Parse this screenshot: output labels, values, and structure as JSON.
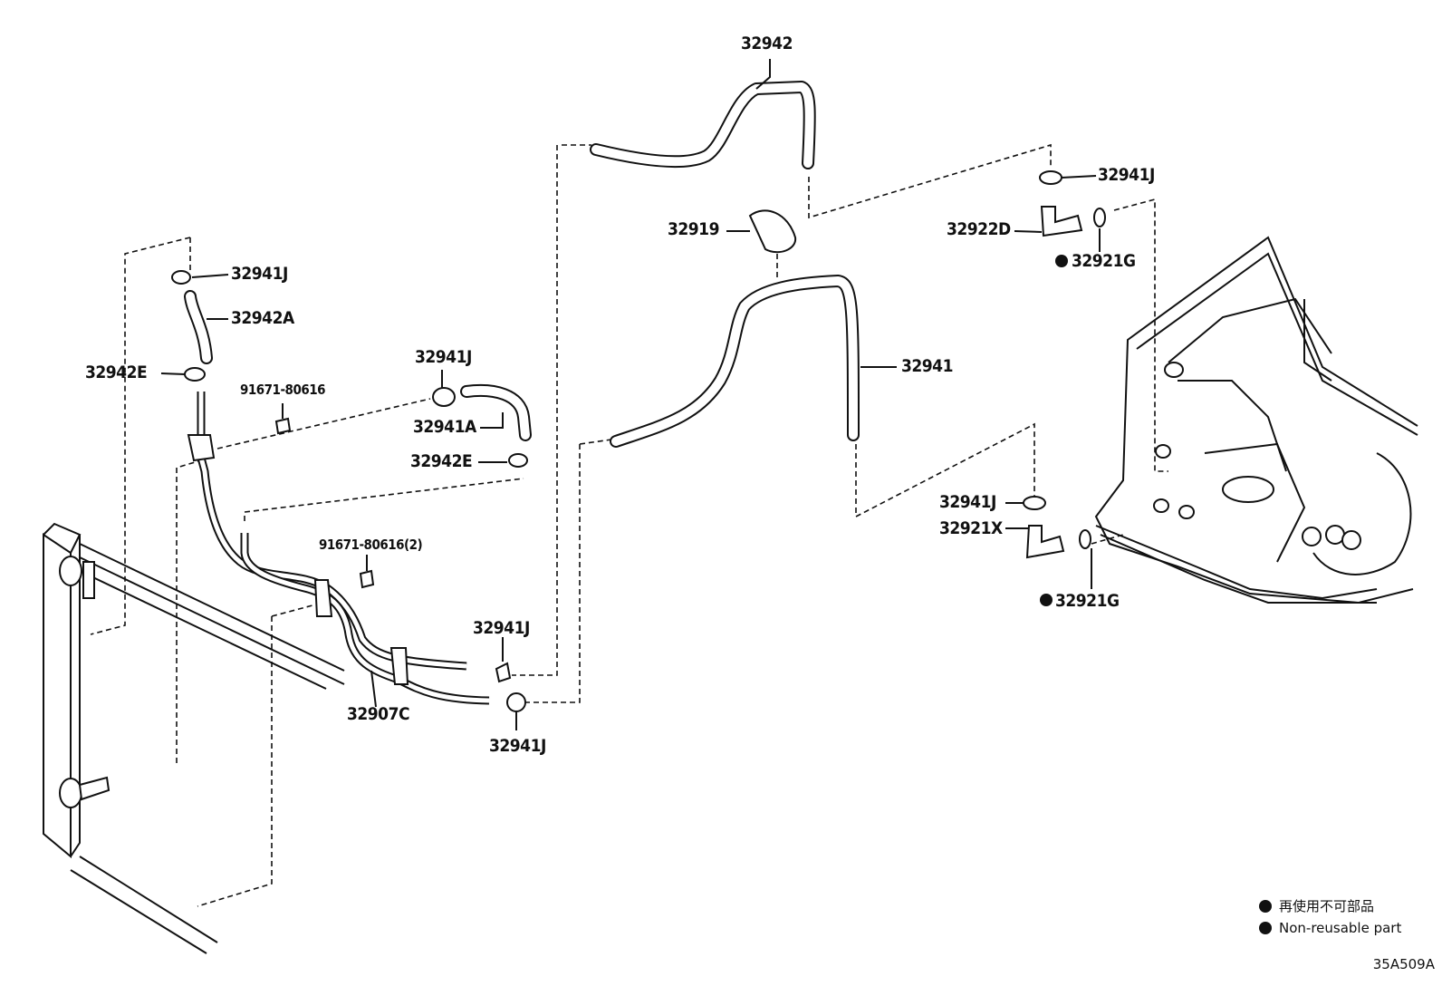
{
  "labels": {
    "hose_upper": "32942",
    "clamp_top_right": "32941J",
    "bracket": "32919",
    "union_upper": "32922D",
    "gasket_upper": "32921G",
    "clamp_left_top": "32941J",
    "hose_left": "32942A",
    "clip_left": "32942E",
    "bolt_left": "91671-80616",
    "clamp_mid": "32941J",
    "hose_mid": "32941A",
    "clip_mid": "32942E",
    "hose_lower": "32941",
    "clamp_lower_right": "32941J",
    "union_lower": "32921X",
    "gasket_lower": "32921G",
    "bolt_mid": "91671-80616(2)",
    "clamp_bottom_upper": "32941J",
    "tube_assembly": "32907C",
    "clamp_bottom_lower": "32941J"
  },
  "legend": {
    "japanese": "再使用不可部品",
    "english": "Non-reusable part"
  },
  "diagram_code": "35A509A"
}
